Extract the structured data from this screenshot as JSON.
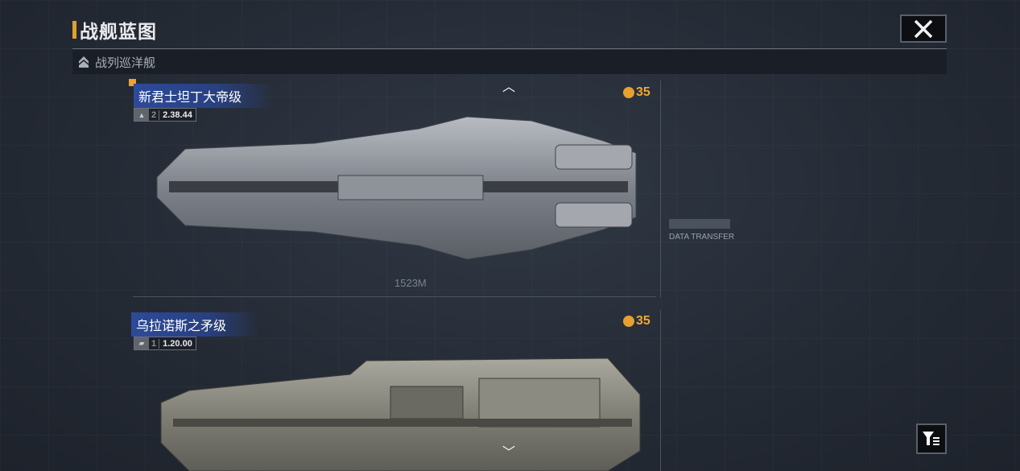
{
  "header": {
    "title": "战舰蓝图",
    "close_icon": "close-icon"
  },
  "category": {
    "label": "战列巡洋舰",
    "icon": "rank-chevron-icon"
  },
  "ships": [
    {
      "name": "新君士坦丁大帝级",
      "tier": "2",
      "stat": "2.38.44",
      "cost": "35",
      "length_label": "1523M"
    },
    {
      "name": "乌拉诺斯之矛级",
      "tier": "1",
      "stat": "1.20.00",
      "cost": "35"
    }
  ],
  "decor": {
    "data_transfer": "DATA TRANSFER"
  },
  "colors": {
    "accent": "#f0a030",
    "title_band": "#2d4a9a",
    "background": "#262d38"
  }
}
